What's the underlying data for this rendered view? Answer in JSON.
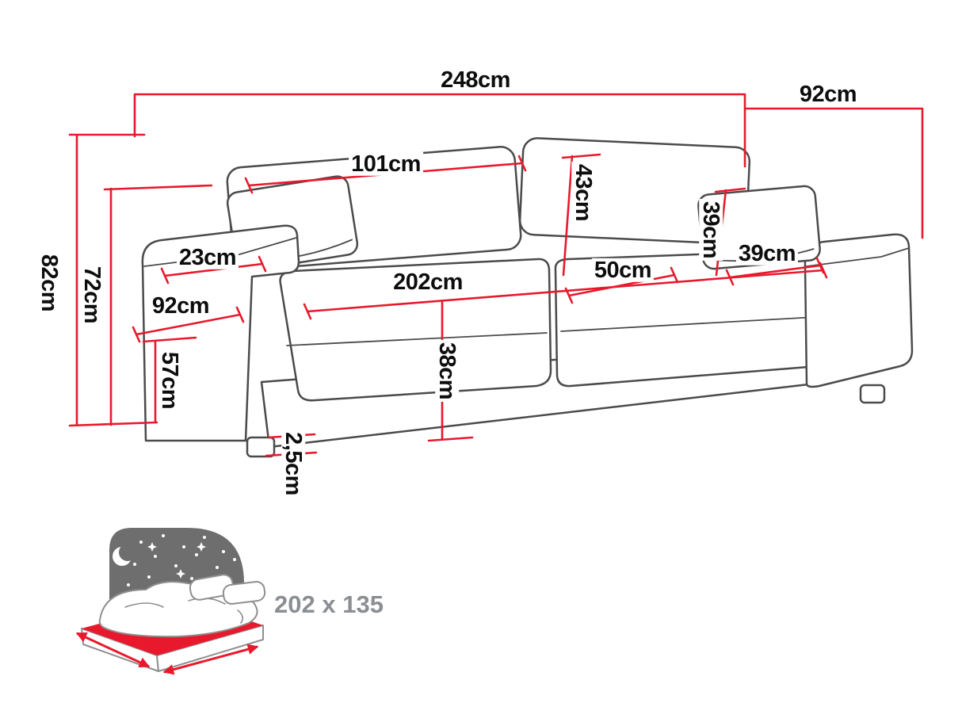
{
  "diagram": {
    "title": "sofa-dimension-diagram",
    "dimensions": {
      "total_width": "248cm",
      "total_depth": "92cm",
      "back_cushion_width": "101cm",
      "backrest_height": "43cm",
      "total_height": "82cm",
      "back_height": "72cm",
      "armrest_width": "23cm",
      "armrest_depth": "92cm",
      "armrest_height": "57cm",
      "seat_width": "202cm",
      "seat_depth": "50cm",
      "pillow_height": "39cm",
      "pillow_width": "39cm",
      "seat_height": "38cm",
      "leg_height": "2,5cm"
    },
    "sleeping_area": {
      "label": "202 x 135"
    },
    "colors": {
      "dimension_red": "#e8192c",
      "outline_gray": "#4b4b4b",
      "icon_gray": "#6e6e6e",
      "label_gray": "#8b8f93",
      "text_black": "#0d0d0d"
    }
  }
}
